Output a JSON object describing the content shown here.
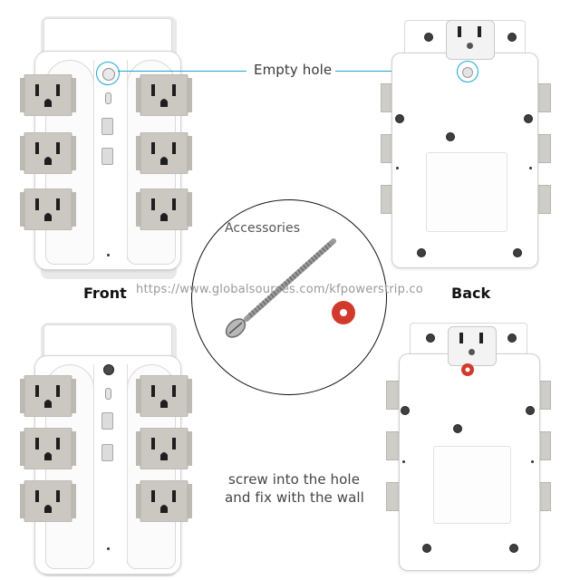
{
  "labels": {
    "empty_hole": "Empty hole",
    "front": "Front",
    "back": "Back",
    "accessories": "Accessories",
    "watermark": "https://www.globalsources.com/kfpowerstrip.co",
    "screw_line1": "screw into the hole",
    "screw_line2": "and fix with the wall"
  },
  "colors": {
    "callout_line": "#1aa6d6",
    "outlet_gray": "#cbc8c2",
    "washer_red": "#d23a2e"
  },
  "icons": [
    "outlet-icon",
    "usb-port-icon",
    "usb-c-port-icon",
    "screw-icon",
    "washer-icon",
    "wall-plug-icon"
  ]
}
